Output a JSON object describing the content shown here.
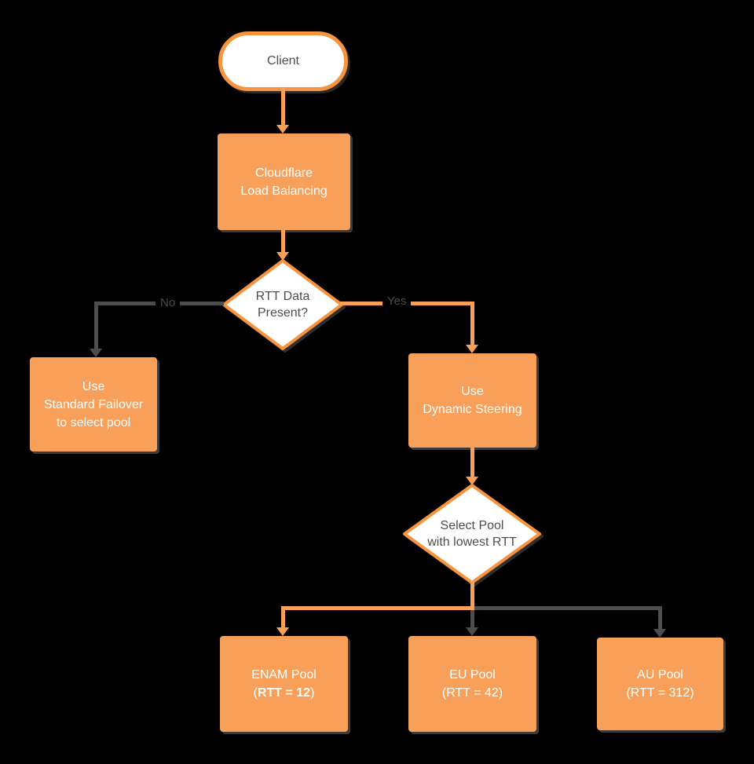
{
  "background": "#000000",
  "colors": {
    "node_orange": "#F8A05A",
    "stroke_orange": "#F79440",
    "connector_gray": "#4D4D4D",
    "text_on_orange": "#FFFFFF",
    "text_dark": "#4D4D4D",
    "node_white": "#FFFFFF"
  },
  "nodes": {
    "client": {
      "label": "Client"
    },
    "load_balancer": {
      "line1": "Cloudflare",
      "line2": "Load Balancing"
    },
    "rtt_decision": {
      "line1": "RTT Data",
      "line2": "Present?"
    },
    "standard_failover": {
      "line1": "Use",
      "line2": "Standard Failover",
      "line3": "to select pool"
    },
    "dynamic_steering": {
      "line1": "Use",
      "line2": "Dynamic Steering"
    },
    "select_pool_decision": {
      "line1": "Select Pool",
      "line2": "with lowest RTT"
    },
    "enam_pool": {
      "line1": "ENAM Pool",
      "line2_prefix": "(",
      "line2_bold": "RTT = 12",
      "line2_suffix": ")"
    },
    "eu_pool": {
      "line1": "EU Pool",
      "line2": "(RTT = 42)"
    },
    "au_pool": {
      "line1": "AU Pool",
      "line2": "(RTT = 312)"
    }
  },
  "edge_labels": {
    "no": "No",
    "yes": "Yes"
  }
}
